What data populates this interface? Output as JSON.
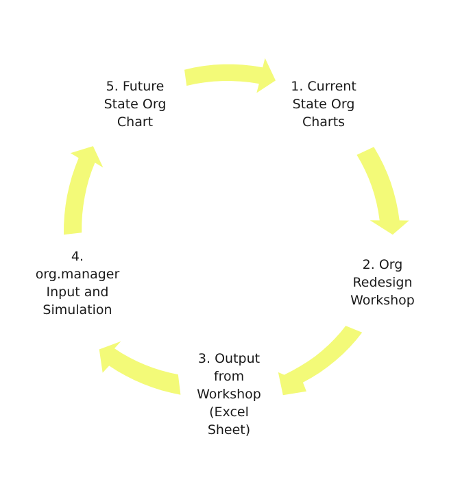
{
  "diagram": {
    "type": "cycle",
    "arrow_color": "#f3fa78",
    "text_color": "#1a1a1a",
    "steps": [
      {
        "label": "1. Current\nState Org\nCharts"
      },
      {
        "label": "2. Org\nRedesign\nWorkshop"
      },
      {
        "label": "3. Output\nfrom\nWorkshop\n(Excel\nSheet)"
      },
      {
        "label": "4.\norg.manager\nInput and\nSimulation"
      },
      {
        "label": "5. Future\nState Org\nChart"
      }
    ]
  }
}
